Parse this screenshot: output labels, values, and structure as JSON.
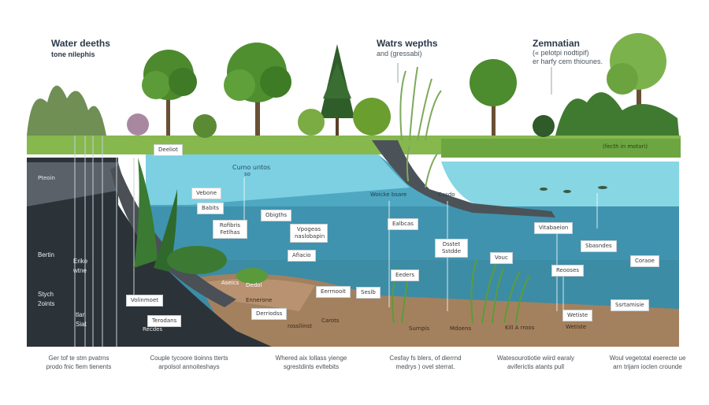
{
  "headings": {
    "left_title": "Water deeths",
    "left_subtitle": "tone nilephis",
    "center_title": "Watrs wepths",
    "center_subtitle": "and (gressabi)",
    "right_title": "Zemnatian",
    "right_subtitle_1": "(« pelotpi nodtipif)",
    "right_subtitle_2": "er harfy cem thiounes."
  },
  "left_panel": {
    "bertin": "Bertin",
    "erike": "Erike",
    "wtne": "wtne",
    "stych": "Stych",
    "points": "2oints",
    "tlan": "tlan",
    "siat": "Siat"
  },
  "labels": {
    "deeliot": "Deeliot",
    "pteoin": "Pteoin",
    "cumo_untos": "Cumo untos",
    "so": "so",
    "vebone": "Vebone",
    "babits": "Babits",
    "obigths": "Obigths",
    "rofibris": "Rofibris\nFetlhas",
    "vpogeas": "Vpogeas\nnaslobapin",
    "wocke_bsare": "Woicke bsare",
    "casdo": "Casdo",
    "ealbcas": "Ealbcas",
    "dsstet": "Dsstet\nSstdde",
    "vouc": "Vouc",
    "vitabaeion": "Vitabaeion",
    "sbasndes": "Sbasndes",
    "coraoe": "Coraoe",
    "reooses": "Reooses",
    "afiacio": "Afiacio",
    "eeders": "Eeders",
    "sesib": "Seslb",
    "eerrnooit": "Eerrnooit",
    "volinmoet": "Volinmoet",
    "tercodans": "Terodans",
    "recdes": "Recdes",
    "aseics": "Aseics",
    "dedol": "Dedol",
    "ennerone": "Ennerone",
    "deriodss": "Derriodss",
    "rosslinst": "rossliinst",
    "carots": "Carots",
    "surnpis": "Surnpis",
    "mdoens": "Mdoens",
    "kill_a_roes": "Kill A rroos",
    "ssrtamisie": "Ssrtamisie",
    "wetiste": "Wetiste",
    "fecth_motori": "(fecth in motori)"
  },
  "captions": {
    "c1_line1": "Ger tof te stm pvatrns",
    "c1_line2": "prodo fnic fiem tienents",
    "c2_line1": "Couple tycoore tioinns tterts",
    "c2_line2": "arpolsol annoiteshays",
    "c3_line1": "Whered aix lollass yienge",
    "c3_line2": "sgrestdints evltebits",
    "c4_line1": "Cesfay fs blers, of dierrnd",
    "c4_line2": "medrys ) ovel sterrat.",
    "c5_line1": "Watesourotiotie wiird earaly",
    "c5_line2": "aviferictis atants pull",
    "c6_line1": "Woul vegetotal eserecte ue",
    "c6_line2": "arn trijam ioclen crounde"
  },
  "colors": {
    "sky": "#ffffff",
    "grass": "#7fb24a",
    "water_shallow": "#7fd0e0",
    "water_deep": "#4fa5c0",
    "water_bottom": "#3e8fa8",
    "soil": "#a3805e",
    "dark_bank": "#2c3338",
    "rock": "#4a5056"
  }
}
